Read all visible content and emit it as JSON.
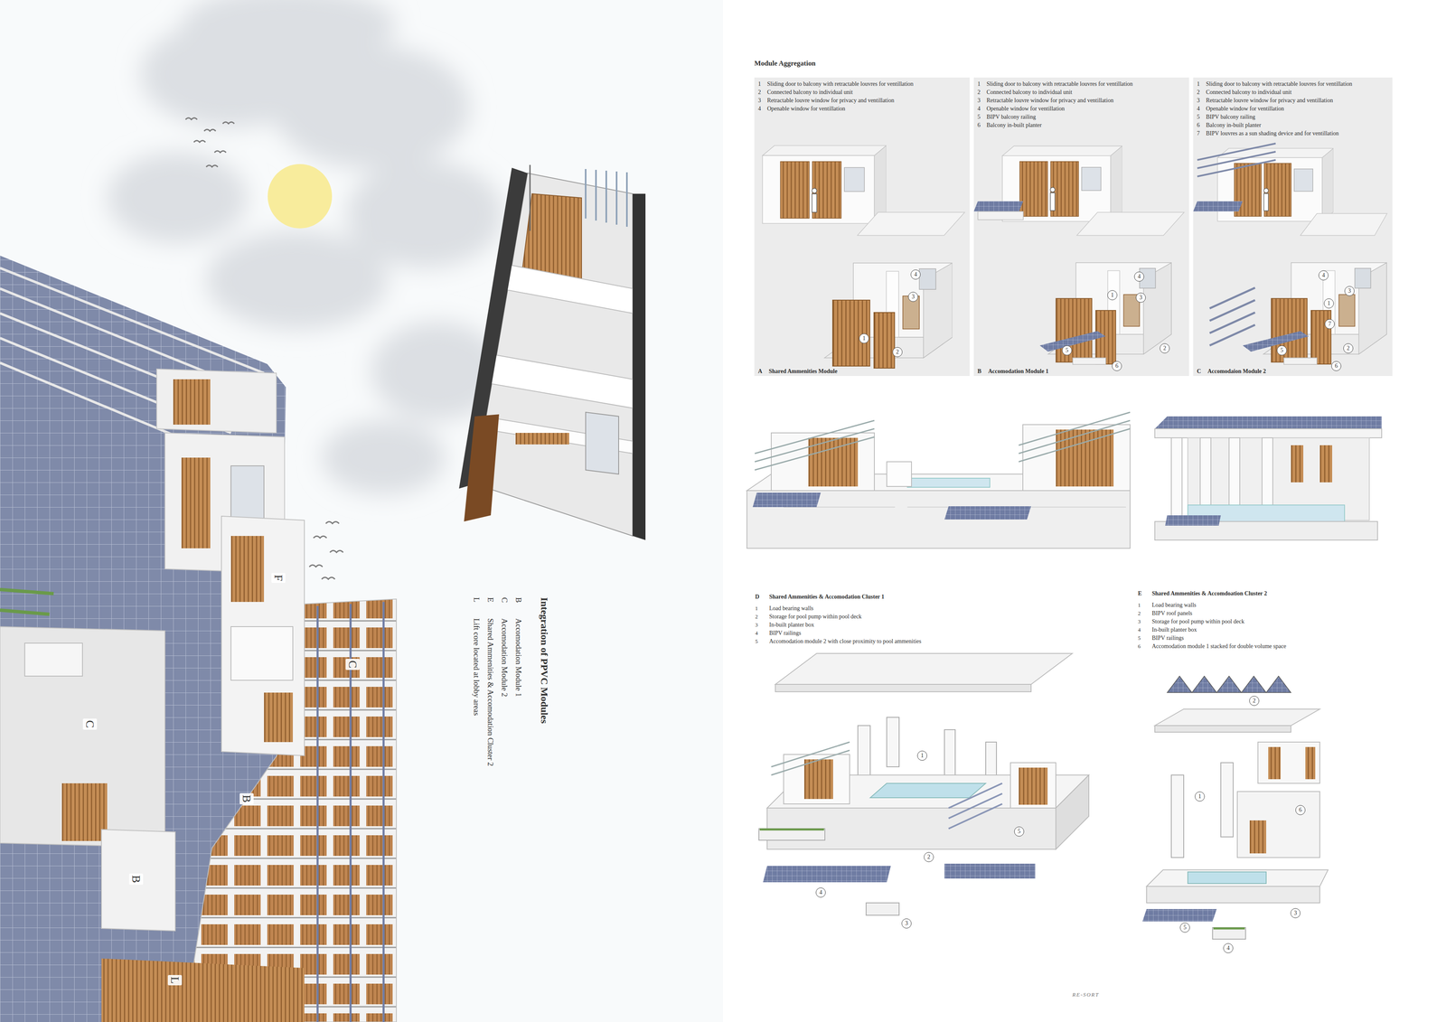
{
  "diagram": {
    "nodes": [
      {
        "text": [
          "1",
          "Sliding door to balcony with retractable louvres for ventillation",
          "2",
          "Connected balcony to individual unit",
          "3",
          "Retractable louvre window for privacy and ventillation",
          "4",
          "Openable window for ventillation",
          "A",
          "Shared Ammenities Module"
        ]
      },
      {
        "text": [
          "1",
          "Sliding door to balcony with retractable louvres for ventillation",
          "2",
          "Connected balcony to individual unit",
          "3",
          "Retractable louvre window for privacy and ventillation",
          "4",
          "Openable window for ventillation",
          "5",
          "BIPV balcony railing",
          "6",
          "Balcony in-built planter",
          "B",
          "Accomodation Module 1"
        ]
      },
      {
        "text": [
          "1",
          "Sliding door to balcony with retractable louvres for ventillation",
          "2",
          "Connected balcony to individual unit",
          "3",
          "Retractable louvre window for privacy and ventillation",
          "4",
          "Openable window for ventillation",
          "5",
          "BIPV balcony railing",
          "6",
          "Balcony in-built planter",
          "7",
          "BIPV louvres as a sun shading device and for ventillation",
          "C",
          "Accomodaion Module 2"
        ]
      }
    ],
    "labels": [
      "Module Aggregation",
      "4",
      "3",
      "1",
      "2",
      "4",
      "3",
      "1",
      "2",
      "5",
      "6",
      "4",
      "3",
      "1",
      "7",
      "2",
      "5",
      "6",
      "D",
      "Shared Ammenities & Accomodation Cluster 1",
      "1",
      "Load bearing walls",
      "2",
      "Storage for pool pump within pool deck",
      "3",
      "In-built planter box",
      "4",
      "BIPV railings",
      "5",
      "Accomodation module 2 with close proximity to pool ammenities",
      "E",
      "Shared Ammenities & Accomdoation Cluster 2",
      "1",
      "Load bearing walls",
      "2",
      "BIPV roof panels",
      "3",
      "Storage for pool pump within pool deck",
      "4",
      "In-built planter box",
      "5",
      "BIPV railings",
      "6",
      "Accomodation module 1 stacked for double volume space",
      "1",
      "2",
      "4",
      "3",
      "5",
      "2",
      "1",
      "6",
      "3",
      "5",
      "4",
      "Integration of PPVC Modules",
      "B",
      "Accomodation Module 1",
      "C",
      "Accomodation Module 2",
      "E",
      "Shared Ammenities & Accomodation Cluster 2",
      "L",
      "Lift core located at lobby areas",
      "F",
      "C",
      "C",
      "B",
      "B",
      "L",
      "RE-SORT"
    ]
  }
}
